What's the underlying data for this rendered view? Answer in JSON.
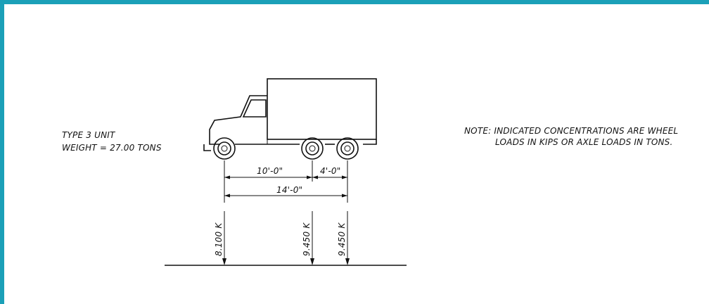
{
  "unit": {
    "line1": "TYPE 3 UNIT",
    "line2": "WEIGHT = 27.00 TONS"
  },
  "note": {
    "line1": "NOTE: INDICATED CONCENTRATIONS ARE WHEEL",
    "line2": "LOADS IN KIPS OR AXLE LOADS IN TONS."
  },
  "dimensions": {
    "front_to_mid": "10'-0\"",
    "mid_to_rear": "4'-0\"",
    "overall": "14'-0\""
  },
  "loads": [
    {
      "value": "8.100 K"
    },
    {
      "value": "9.450 K"
    },
    {
      "value": "9.450 K"
    }
  ],
  "colors": {
    "border": "#1ba0b8",
    "ink": "#111111"
  }
}
